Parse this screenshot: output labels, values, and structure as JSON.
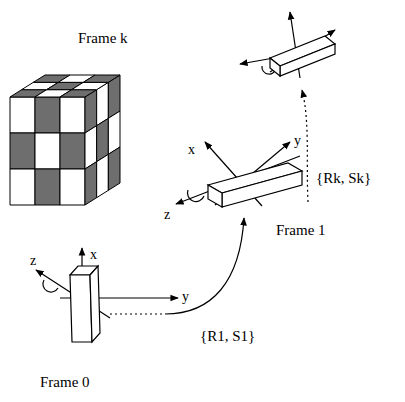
{
  "diagram": {
    "labels": [
      "Frame k",
      "{Rk, Sk}",
      "x",
      "y",
      "z",
      "Frame 1",
      "z",
      "x",
      "y",
      "{R1, S1}",
      "Frame 0"
    ]
  }
}
